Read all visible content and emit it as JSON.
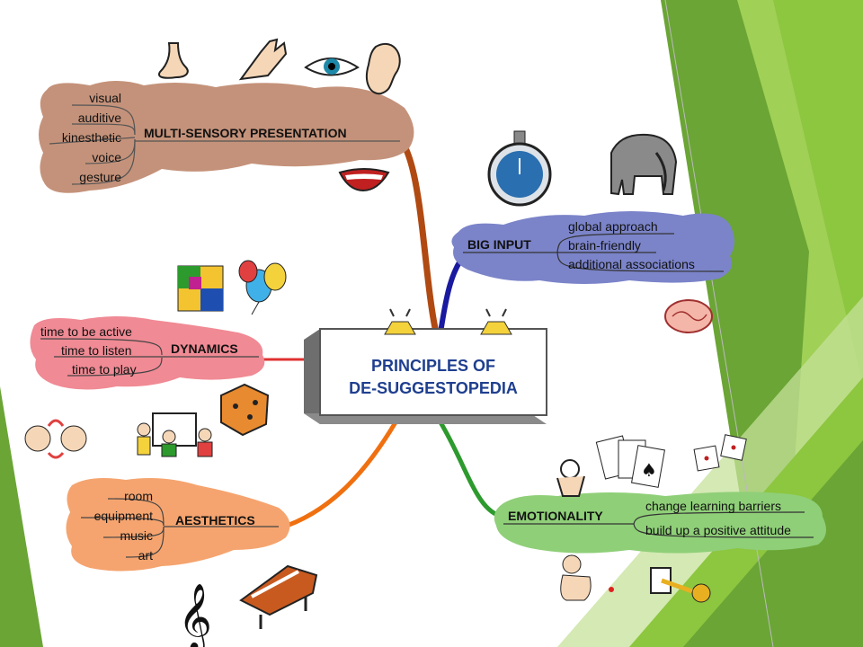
{
  "center": {
    "line1": "PRINCIPLES OF",
    "line2": "DE-SUGGESTOPEDIA"
  },
  "branches": {
    "multisensory": {
      "title": "MULTI-SENSORY PRESENTATION",
      "color": "#c4927a",
      "items": [
        "visual",
        "auditive",
        "kinesthetic",
        "voice",
        "gesture"
      ]
    },
    "big_input": {
      "title": "BIG INPUT",
      "color": "#7b84c9",
      "items": [
        "global approach",
        "brain-friendly",
        "additional associations"
      ]
    },
    "dynamics": {
      "title": "DYNAMICS",
      "color": "#f08a94",
      "items": [
        "time to be active",
        "time to listen",
        "time to play"
      ]
    },
    "aesthetics": {
      "title": "AESTHETICS",
      "color": "#f5a46f",
      "items": [
        "room",
        "equipment",
        "music",
        "art"
      ]
    },
    "emotionality": {
      "title": "EMOTIONALITY",
      "color": "#8fcf78",
      "items": [
        "change learning barriers",
        "build up a positive attitude"
      ]
    }
  },
  "icons": [
    "nose-icon",
    "hand-icon",
    "eye-icon",
    "ear-icon",
    "mouth-icon",
    "stopwatch-icon",
    "elephant-icon",
    "brain-icon",
    "puzzle-icon",
    "balloons-icon",
    "dice-icon",
    "children-drawing-icon",
    "faces-icon",
    "piano-icon",
    "treble-clef-icon",
    "ok-hand-icon",
    "playing-cards-icon",
    "baby-icon",
    "key-icon"
  ],
  "theme": {
    "green_dark": "#6aa535",
    "green_light": "#8dc63f",
    "green_pale": "#c5e29a",
    "center_text": "#1f3f8f"
  }
}
